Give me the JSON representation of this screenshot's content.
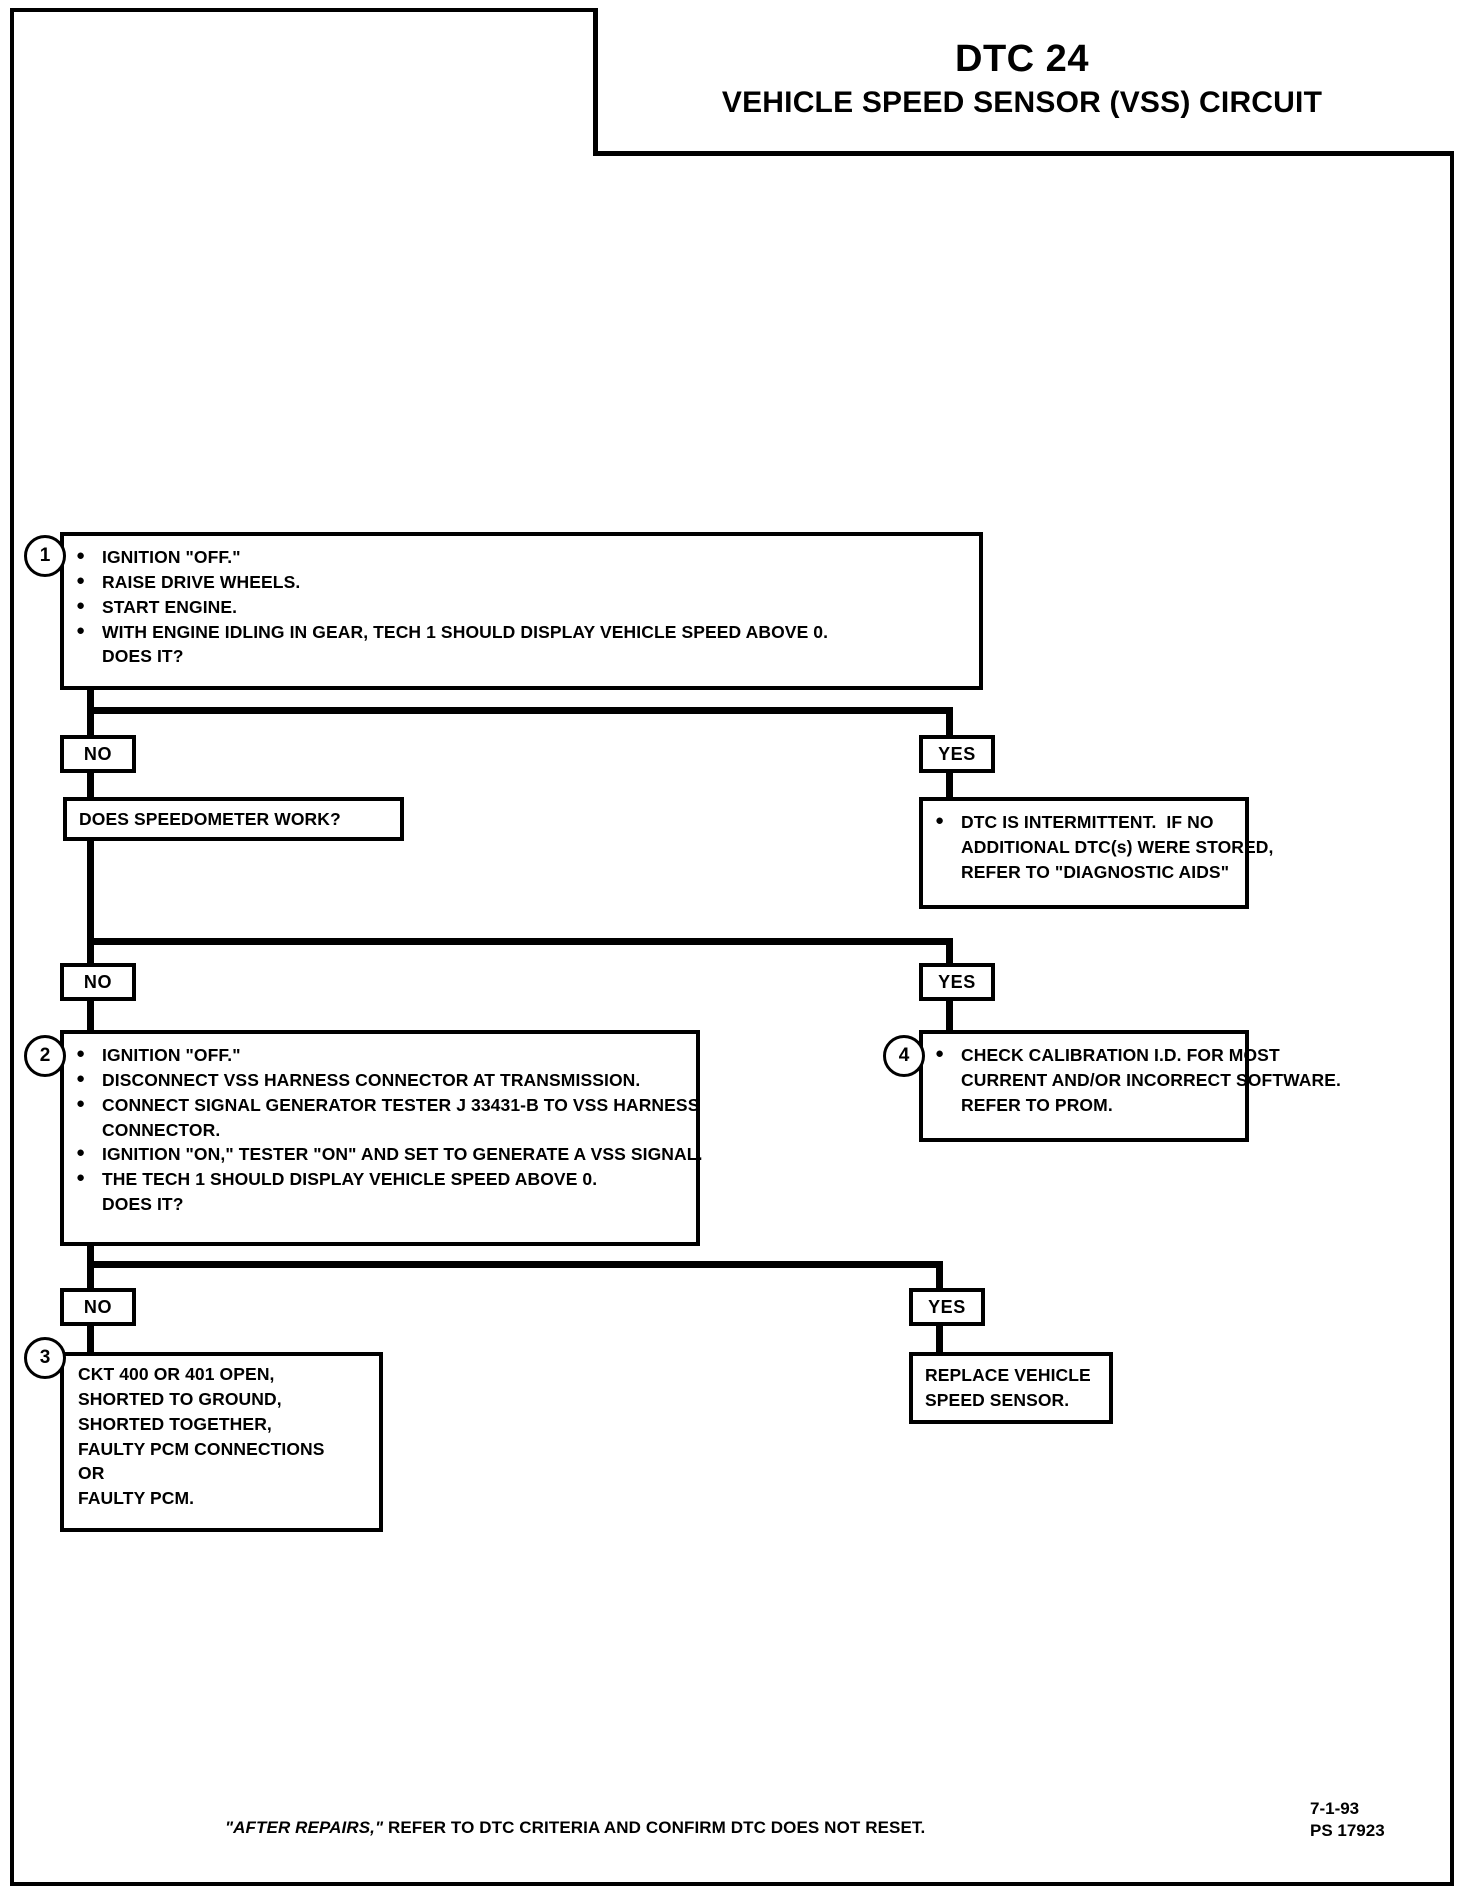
{
  "page": {
    "border_color": "#000000",
    "background": "#ffffff"
  },
  "title": {
    "code": "DTC 24",
    "name": "VEHICLE SPEED SENSOR (VSS) CIRCUIT"
  },
  "steps": {
    "one": {
      "number": "1",
      "lines": [
        {
          "bullet": true,
          "text": "IGNITION \"OFF.\""
        },
        {
          "bullet": true,
          "text": "RAISE DRIVE WHEELS."
        },
        {
          "bullet": true,
          "text": "START ENGINE."
        },
        {
          "bullet": true,
          "text": "WITH ENGINE IDLING IN GEAR, TECH 1 SHOULD DISPLAY VEHICLE SPEED ABOVE 0."
        },
        {
          "bullet": false,
          "text": "DOES IT?"
        }
      ]
    },
    "speedometer": {
      "lines": [
        {
          "bullet": false,
          "text": "DOES SPEEDOMETER WORK?"
        }
      ]
    },
    "intermittent": {
      "lines": [
        {
          "bullet": true,
          "text": "DTC IS INTERMITTENT.  IF NO"
        },
        {
          "bullet": false,
          "text": "ADDITIONAL DTC(s) WERE STORED,"
        },
        {
          "bullet": false,
          "text": "REFER TO \"DIAGNOSTIC AIDS\""
        }
      ]
    },
    "two": {
      "number": "2",
      "lines": [
        {
          "bullet": true,
          "text": "IGNITION \"OFF.\""
        },
        {
          "bullet": true,
          "text": "DISCONNECT VSS HARNESS CONNECTOR AT TRANSMISSION."
        },
        {
          "bullet": true,
          "text": "CONNECT SIGNAL GENERATOR TESTER J 33431-B TO VSS HARNESS"
        },
        {
          "bullet": false,
          "text": "CONNECTOR."
        },
        {
          "bullet": true,
          "text": "IGNITION \"ON,\" TESTER \"ON\" AND SET TO GENERATE A VSS SIGNAL."
        },
        {
          "bullet": true,
          "text": "THE TECH 1 SHOULD DISPLAY VEHICLE SPEED ABOVE 0."
        },
        {
          "bullet": false,
          "text": "DOES IT?"
        }
      ]
    },
    "four": {
      "number": "4",
      "lines": [
        {
          "bullet": true,
          "text": "CHECK CALIBRATION I.D. FOR MOST"
        },
        {
          "bullet": false,
          "text": "CURRENT AND/OR INCORRECT SOFTWARE."
        },
        {
          "bullet": false,
          "text": "REFER TO PROM."
        }
      ]
    },
    "three": {
      "number": "3",
      "lines": [
        {
          "bullet": false,
          "text": "CKT 400 OR 401 OPEN,"
        },
        {
          "bullet": false,
          "text": "SHORTED TO GROUND,"
        },
        {
          "bullet": false,
          "text": "SHORTED TOGETHER,"
        },
        {
          "bullet": false,
          "text": "FAULTY PCM CONNECTIONS"
        },
        {
          "bullet": false,
          "text": "OR"
        },
        {
          "bullet": false,
          "text": "FAULTY PCM."
        }
      ]
    },
    "replace": {
      "lines": [
        {
          "bullet": false,
          "text": "REPLACE VEHICLE"
        },
        {
          "bullet": false,
          "text": "SPEED SENSOR."
        }
      ]
    }
  },
  "branches": {
    "no1": "NO",
    "yes1": "YES",
    "no2": "NO",
    "yes2": "YES",
    "no3": "NO",
    "yes3": "YES"
  },
  "footer": {
    "note_quoted": "\"AFTER REPAIRS,\"",
    "note_rest": " REFER TO DTC CRITERIA AND CONFIRM DTC DOES NOT RESET.",
    "date": "7-1-93",
    "code": "PS 17923"
  }
}
